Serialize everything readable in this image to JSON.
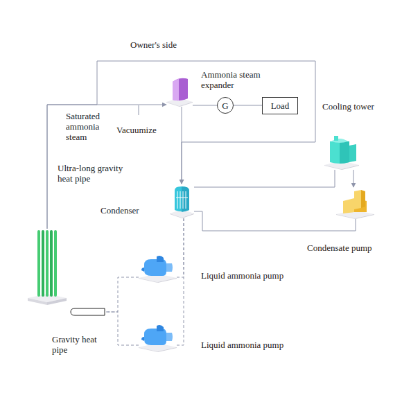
{
  "diagram": {
    "nodes": [
      {
        "text": [
          "Ammonia steam expander"
        ]
      },
      {
        "text": [
          "G"
        ]
      },
      {
        "text": [
          "Load"
        ]
      },
      {
        "text": [
          "Cooling tower"
        ]
      },
      {
        "text": [
          "Condenser"
        ]
      },
      {
        "text": [
          "Condensate pump"
        ]
      },
      {
        "text": [
          "Liquid ammonia pump"
        ]
      },
      {
        "text": [
          "Liquid ammonia pump"
        ]
      },
      {
        "text": [
          "Ultra-long gravity heat pipe"
        ]
      },
      {
        "text": [
          "Gravity heat pipe"
        ]
      }
    ],
    "edges": [
      {
        "from": 8,
        "to": 0,
        "arrow": "to"
      },
      {
        "from": 8,
        "to": 4,
        "arrow": "to"
      },
      {
        "from": 0,
        "to": 4,
        "arrow": "to"
      },
      {
        "from": 0,
        "to": 1,
        "arrow": "none"
      },
      {
        "from": 1,
        "to": 2,
        "arrow": "none"
      },
      {
        "from": 4,
        "to": 3,
        "arrow": "none"
      },
      {
        "from": 3,
        "to": 5,
        "arrow": "to"
      },
      {
        "from": 5,
        "to": 4,
        "arrow": "none"
      },
      {
        "from": 4,
        "to": 6,
        "arrow": "none"
      },
      {
        "from": 4,
        "to": 7,
        "arrow": "none"
      },
      {
        "from": 6,
        "to": 9,
        "arrow": "none"
      },
      {
        "from": 7,
        "to": 9,
        "arrow": "none"
      }
    ],
    "labels": [
      "Owner's side",
      "Saturated ammonia steam",
      "Vacuumize"
    ]
  }
}
